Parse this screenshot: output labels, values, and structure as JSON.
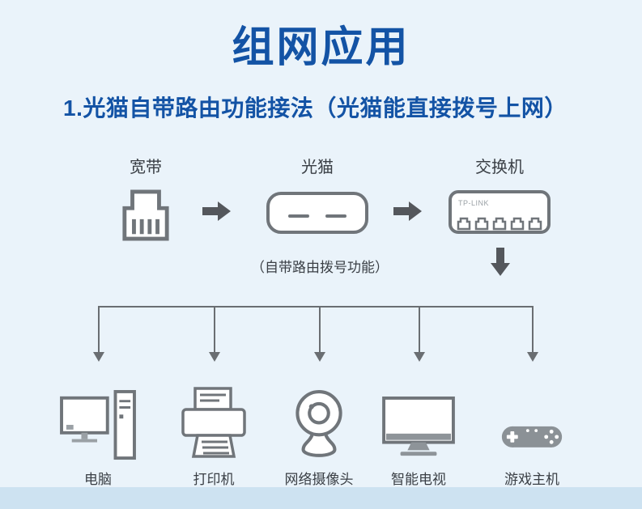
{
  "page": {
    "title": "组网应用",
    "subtitle": "1.光猫自带路由功能接法（光猫能直接拨号上网）"
  },
  "flow": {
    "nodes": [
      {
        "id": "broadband",
        "label": "宽带",
        "icon": "ethernet-port-icon"
      },
      {
        "id": "modem",
        "label": "光猫",
        "icon": "modem-icon",
        "note": "（自带路由拨号功能）"
      },
      {
        "id": "switch",
        "label": "交换机",
        "icon": "switch-icon",
        "brand": "TP-LINK"
      }
    ],
    "connectors": [
      "arrow-right-icon",
      "arrow-right-icon",
      "arrow-down-icon"
    ]
  },
  "devices": [
    {
      "label": "电脑",
      "icon": "desktop-computer-icon"
    },
    {
      "label": "打印机",
      "icon": "printer-icon"
    },
    {
      "label": "网络摄像头",
      "icon": "webcam-icon"
    },
    {
      "label": "智能电视",
      "icon": "smart-tv-icon"
    },
    {
      "label": "游戏主机",
      "icon": "game-controller-icon"
    }
  ],
  "colors": {
    "bg": "#eaf3fa",
    "accent": "#1353a5",
    "text": "#3a3f45",
    "line": "#6a6e72",
    "arrow": "#54575c",
    "footer": "#cde2f1",
    "icon-stroke": "#70757a",
    "icon-fill": "#8e9499"
  }
}
